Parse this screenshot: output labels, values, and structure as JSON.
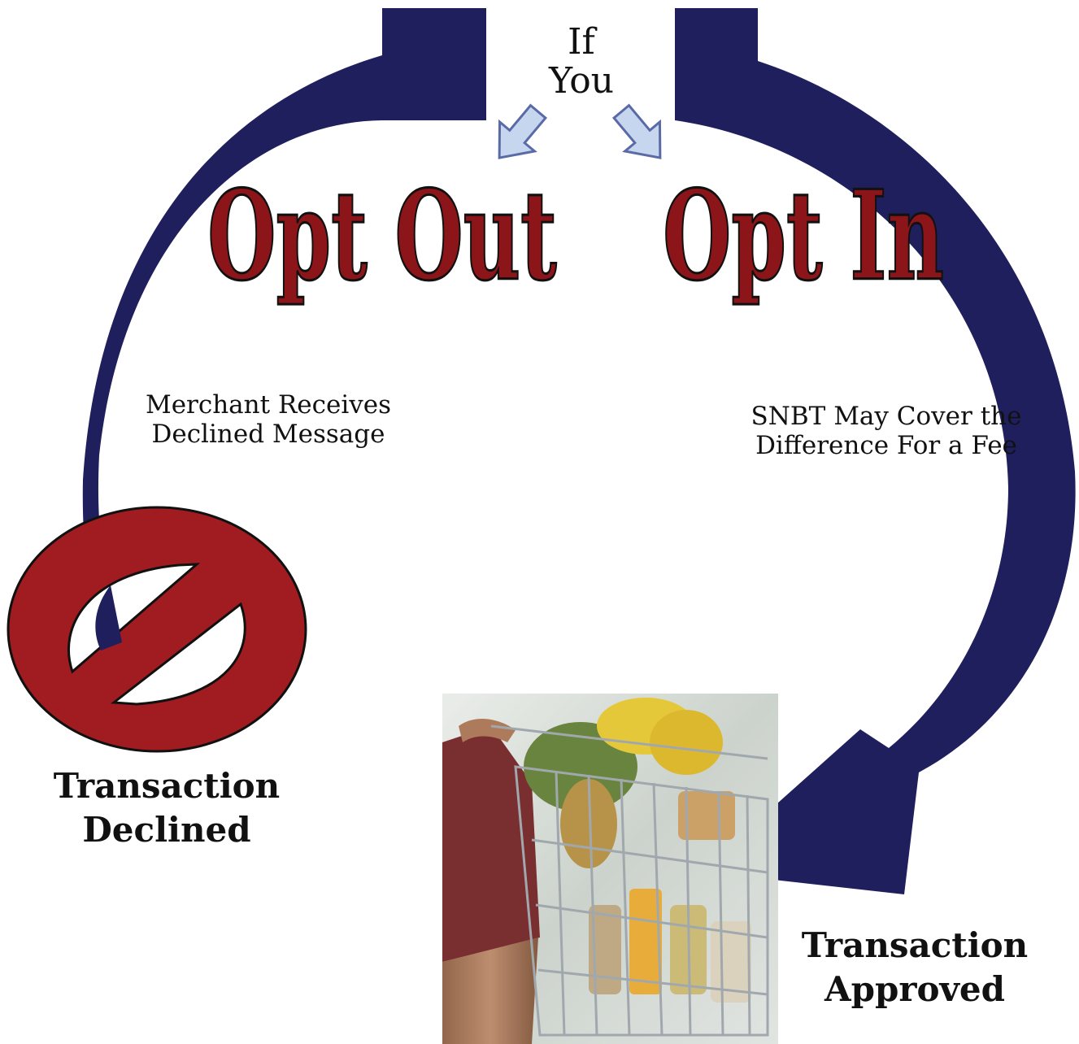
{
  "header": {
    "line1": "If",
    "line2": "You"
  },
  "options": {
    "out_label": "Opt Out",
    "in_label": "Opt In"
  },
  "paths": {
    "out_description_line1": "Merchant Receives",
    "out_description_line2": "Declined Message",
    "in_description_line1": "SNBT May Cover the",
    "in_description_line2": "Difference For a Fee"
  },
  "outcomes": {
    "declined_line1": "Transaction",
    "declined_line2": "Declined",
    "approved_line1": "Transaction",
    "approved_line2": "Approved"
  },
  "colors": {
    "arrow_navy": "#1f1f5e",
    "headline_red": "#8b1518",
    "no_sign_red": "#a01c21",
    "hint_arrow_fill": "#c6d6ee",
    "hint_arrow_stroke": "#5a6aa6"
  },
  "icons": {
    "declined": "no-sign-icon",
    "approved": "shopping-cart-photo"
  }
}
